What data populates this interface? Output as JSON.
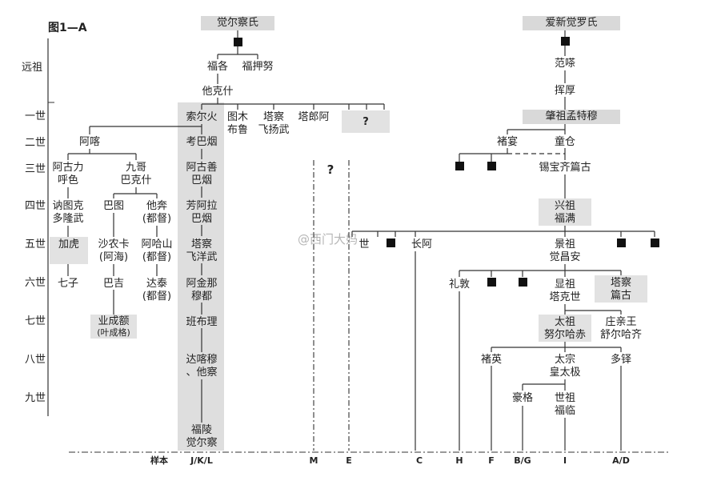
{
  "figure": {
    "title": "图1—A"
  },
  "clans": {
    "left": "觉尔察氏",
    "right": "爱新觉罗氏"
  },
  "generations": [
    "远祖",
    "一世",
    "二世",
    "三世",
    "四世",
    "五世",
    "六世",
    "七世",
    "八世",
    "九世"
  ],
  "jueercha": {
    "yuanzu": [
      "福各",
      "福押努",
      "他克什"
    ],
    "gen1": [
      "索尔火",
      "图木",
      "布鲁",
      "塔察",
      "飞扬武",
      "塔郎阿",
      "?"
    ],
    "gen2": [
      "阿喀",
      "考巴烟"
    ],
    "gen3": [
      "阿古力",
      "呼色",
      "九哥",
      "巴克什",
      "阿古善",
      "巴烟",
      "?"
    ],
    "gen4": [
      "讷图克",
      "多隆武",
      "巴图",
      "他奔",
      "(都督)",
      "芳阿拉",
      "巴烟"
    ],
    "gen5": [
      "加虎",
      "沙农卡",
      "(阿海)",
      "阿哈山",
      "(都督)",
      "塔察",
      "飞洋武"
    ],
    "gen6": [
      "七子",
      "巴吉",
      "达泰",
      "(都督)",
      "阿金那",
      "穆都"
    ],
    "gen7": [
      "业成额",
      "(叶成格)",
      "班布理"
    ],
    "gen8": [
      "达喀穆",
      "、他察"
    ],
    "end": [
      "福陵",
      "觉尔察"
    ]
  },
  "aisin": {
    "yuanzu": [
      "范嗏",
      "挥厚"
    ],
    "gen1": [
      "肇祖孟特穆"
    ],
    "gen2": [
      "褚宴",
      "童仓"
    ],
    "gen3": [
      "锡宝齐篇古"
    ],
    "gen4": [
      "兴祖",
      "福满"
    ],
    "gen5": [
      "世",
      "长阿",
      "景祖",
      "觉昌安"
    ],
    "gen6": [
      "礼敦",
      "显祖",
      "塔克世",
      "塔察",
      "篇古"
    ],
    "gen7": [
      "太祖",
      "努尔哈赤",
      "庄亲王",
      "舒尔哈齐"
    ],
    "gen8": [
      "褚英",
      "太宗",
      "皇太极",
      "多铎"
    ],
    "gen9": [
      "豪格",
      "世祖",
      "福临"
    ]
  },
  "watermark": "@西门大妈",
  "samples": {
    "label": "样本",
    "codes": [
      "J/K/L",
      "M",
      "E",
      "C",
      "H",
      "F",
      "B/G",
      "I",
      "A/D"
    ]
  }
}
